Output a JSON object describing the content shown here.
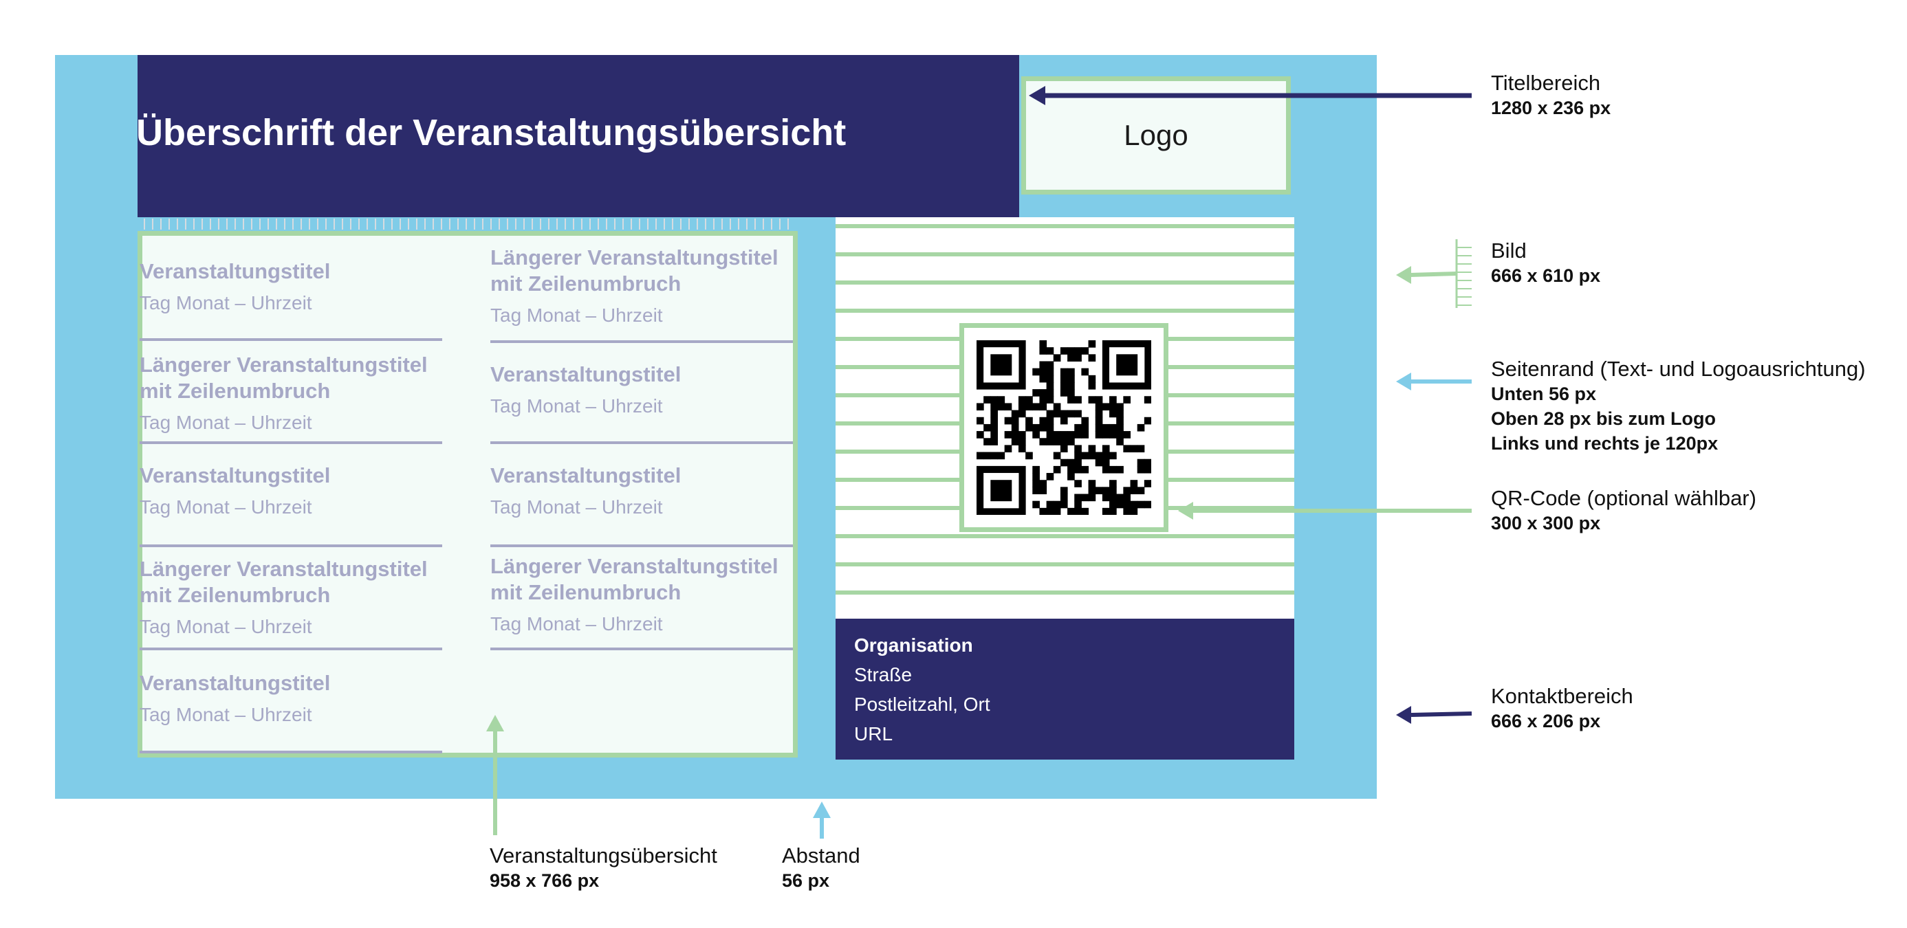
{
  "header": {
    "title": "Überschrift der Veranstaltungsübersicht",
    "logo_label": "Logo"
  },
  "events": {
    "left_column": [
      {
        "title": [
          "Veranstaltungstitel"
        ],
        "date": "Tag Monat – Uhrzeit"
      },
      {
        "title": [
          "Längerer Veranstaltungstitel",
          "mit Zeilenumbruch"
        ],
        "date": "Tag Monat – Uhrzeit"
      },
      {
        "title": [
          "Veranstaltungstitel"
        ],
        "date": "Tag Monat – Uhrzeit"
      },
      {
        "title": [
          "Längerer Veranstaltungstitel",
          "mit Zeilenumbruch"
        ],
        "date": "Tag Monat – Uhrzeit"
      },
      {
        "title": [
          "Veranstaltungstitel"
        ],
        "date": "Tag Monat – Uhrzeit"
      }
    ],
    "right_column": [
      {
        "title": [
          "Längerer Veranstaltungstitel",
          "mit Zeilenumbruch"
        ],
        "date": "Tag Monat – Uhrzeit"
      },
      {
        "title": [
          "Veranstaltungstitel"
        ],
        "date": "Tag Monat – Uhrzeit"
      },
      {
        "title": [
          "Veranstaltungstitel"
        ],
        "date": "Tag Monat – Uhrzeit"
      },
      {
        "title": [
          "Längerer Veranstaltungstitel",
          "mit Zeilenumbruch"
        ],
        "date": "Tag Monat – Uhrzeit"
      }
    ]
  },
  "contact": {
    "organisation": "Organisation",
    "street": "Straße",
    "city": "Postleitzahl, Ort",
    "url": "URL"
  },
  "annotations": {
    "title_area": {
      "name": "Titelbereich",
      "size": "1280 x 236 px"
    },
    "image": {
      "name": "Bild",
      "size": "666 x 610 px"
    },
    "margin": {
      "name": "Seitenrand (Text- und Logoausrichtung)",
      "lines": [
        "Unten 56 px",
        "Oben 28 px bis zum Logo",
        "Links und rechts je 120px"
      ]
    },
    "qr_code": {
      "name": "QR-Code (optional wählbar)",
      "size": "300 x 300 px"
    },
    "contact_area": {
      "name": "Kontaktbereich",
      "size": "666 x 206 px"
    },
    "event_overview": {
      "name": "Veranstaltungsübersicht",
      "size": "958 x 766 px"
    },
    "spacing": {
      "name": "Abstand",
      "size": "56 px"
    }
  },
  "colors": {
    "margin_blue": "#80cce8",
    "navy": "#2c2b6b",
    "green": "#a7d6a4",
    "event_text": "#a6a8c6",
    "event_bg": "#f3fbf8"
  },
  "icons": {
    "qr_code": "qr-code-icon",
    "arrow": "arrow-icon"
  }
}
